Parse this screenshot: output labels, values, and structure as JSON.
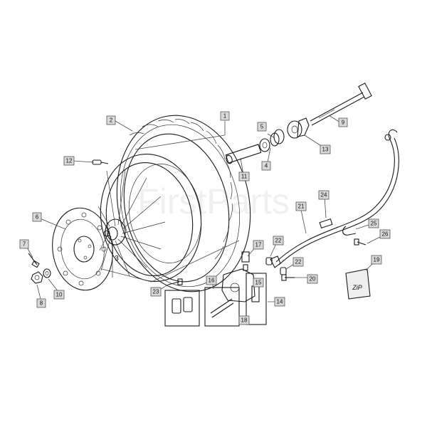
{
  "watermark": "FirstParts",
  "wheel_hub_label": "3",
  "callouts": {
    "c1": "1",
    "c2": "2",
    "c4": "4",
    "c5": "5",
    "c6": "6",
    "c7": "7",
    "c8": "8",
    "c9": "9",
    "c10": "10",
    "c11": "11",
    "c12": "12",
    "c13": "13",
    "c14": "14",
    "c15": "15",
    "c16": "16",
    "c17": "17",
    "c18": "18",
    "c19": "19",
    "c20": "20",
    "c21": "21",
    "c22a": "22",
    "c22b": "22",
    "c23": "23",
    "c24": "24",
    "c25": "25",
    "c26": "26"
  }
}
